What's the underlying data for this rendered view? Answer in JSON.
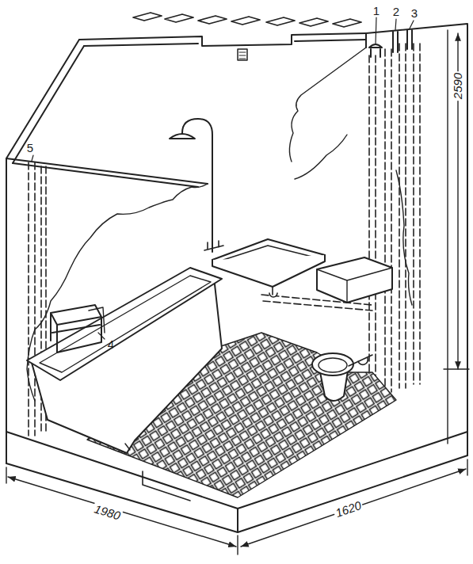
{
  "diagram": {
    "labels": [
      "1",
      "2",
      "3",
      "4",
      "5",
      "2590",
      "1980",
      "1620"
    ]
  }
}
